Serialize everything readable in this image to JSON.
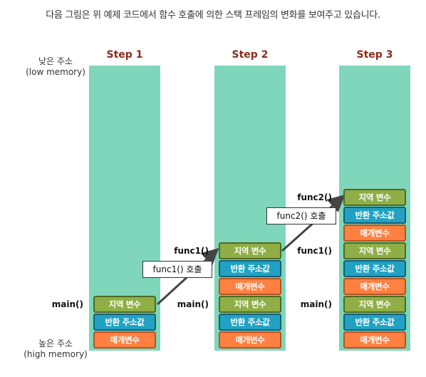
{
  "caption": "다음 그림은 위 예제 코드에서 함수 호출에 의한 스택 프레임의 변화를 보여주고 있습니다.",
  "memory": {
    "low_title": "낮은 주소",
    "low_sub": "(low memory)",
    "high_title": "높은 주소",
    "high_sub": "(high memory)"
  },
  "steps": [
    "Step 1",
    "Step 2",
    "Step 3"
  ],
  "frames": {
    "local": "지역 변수",
    "ret": "반환 주소값",
    "param": "매개변수"
  },
  "functions": {
    "main": "main()",
    "func1": "func1()",
    "func2": "func2()"
  },
  "calls": {
    "func1": "func1() 호출",
    "func2": "func2() 호출"
  },
  "colors": {
    "column": "#7fd6ba",
    "local": "#8fae46",
    "ret": "#21a2c3",
    "param": "#ff8040",
    "step_title": "#8b2a1e"
  }
}
